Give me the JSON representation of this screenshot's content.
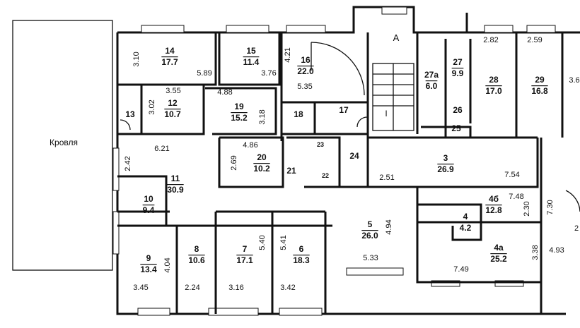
{
  "roof_label": "Кровля",
  "stair_label": "А",
  "stair_mark": "I",
  "rooms": [
    {
      "number": "14",
      "area": "17.7"
    },
    {
      "number": "15",
      "area": "11.4"
    },
    {
      "number": "16",
      "area": "22.0"
    },
    {
      "number": "27a",
      "area": "6.0"
    },
    {
      "number": "27",
      "area": "9.9"
    },
    {
      "number": "28",
      "area": "17.0"
    },
    {
      "number": "29",
      "area": "16.8"
    },
    {
      "number": "12",
      "area": "10.7"
    },
    {
      "number": "13",
      "area": ""
    },
    {
      "number": "19",
      "area": "15.2"
    },
    {
      "number": "18",
      "area": ""
    },
    {
      "number": "17",
      "area": ""
    },
    {
      "number": "26",
      "area": ""
    },
    {
      "number": "25",
      "area": ""
    },
    {
      "number": "20",
      "area": "10.2"
    },
    {
      "number": "23",
      "area": ""
    },
    {
      "number": "21",
      "area": ""
    },
    {
      "number": "22",
      "area": ""
    },
    {
      "number": "24",
      "area": ""
    },
    {
      "number": "3",
      "area": "26.9"
    },
    {
      "number": "11",
      "area": "30.9"
    },
    {
      "number": "10",
      "area": "9.4"
    },
    {
      "number": "4б",
      "area": "12.8"
    },
    {
      "number": "4",
      "area": "4.2"
    },
    {
      "number": "5",
      "area": "26.0"
    },
    {
      "number": "9",
      "area": "13.4"
    },
    {
      "number": "8",
      "area": "10.6"
    },
    {
      "number": "7",
      "area": "17.1"
    },
    {
      "number": "6",
      "area": "18.3"
    },
    {
      "number": "4а",
      "area": "25.2"
    }
  ],
  "dimensions": [
    "2.82",
    "2.59",
    "3.10",
    "5.89",
    "3.76",
    "4.21",
    "3.55",
    "4.88",
    "5.35",
    "3.02",
    "3.18",
    "6.21",
    "4.86",
    "2.69",
    "2.42",
    "2.51",
    "7.54",
    "7.48",
    "2.30",
    "7.30",
    "4.94",
    "5.40",
    "5.41",
    "3.38",
    "4.04",
    "5.33",
    "7.49",
    "4.93",
    "3.45",
    "2.24",
    "3.16",
    "3.42",
    "3.6",
    "2"
  ]
}
